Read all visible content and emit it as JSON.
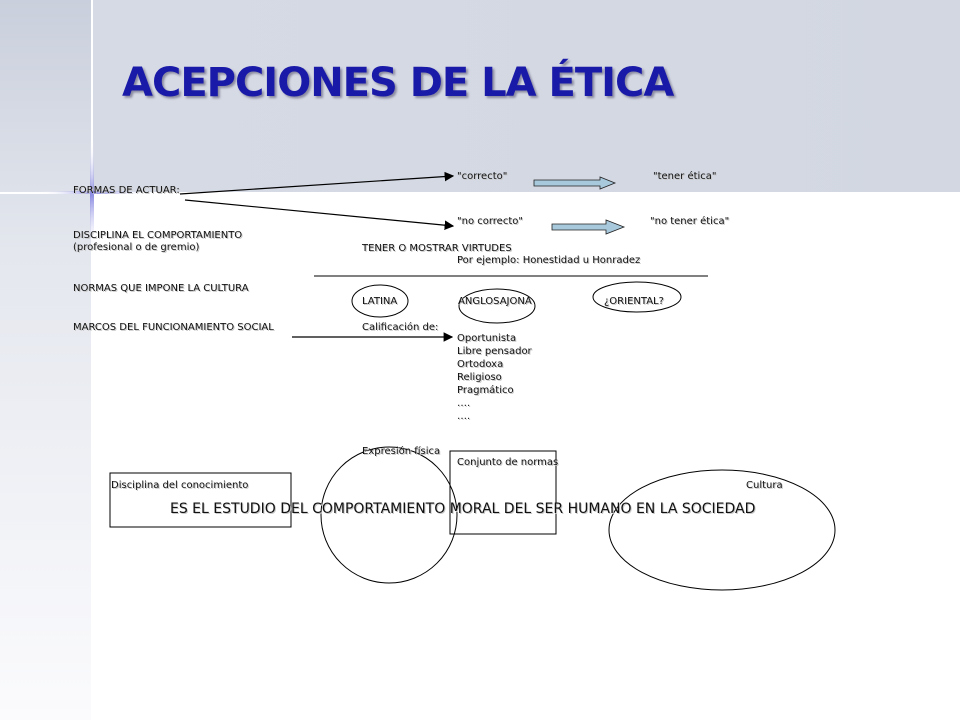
{
  "slide": {
    "title": "ACEPCIONES DE LA ÉTICA",
    "left_column": {
      "formas": "FORMAS DE ACTUAR:",
      "disciplina": "DISCIPLINA EL COMPORTAMIENTO",
      "profesional": " (profesional o de gremio)",
      "normas": "NORMAS QUE IMPONE LA CULTURA",
      "marcos": "MARCOS DEL FUNCIONAMIENTO SOCIAL"
    },
    "branches": {
      "correcto": "\"correcto\"",
      "tener_etica": "\"tener ética\"",
      "no_correcto": "\"no correcto\"",
      "no_tener_etica": "\"no tener ética\""
    },
    "virtudes": {
      "heading": "TENER O MOSTRAR VIRTUDES",
      "example": "Por ejemplo: Honestidad u Honradez"
    },
    "cultures": {
      "latina": "LATINA",
      "anglosajona": "ANGLOSAJONA",
      "oriental": "¿ORIENTAL?"
    },
    "calificacion": {
      "heading": "Calificación de:",
      "items": [
        "Oportunista",
        "Libre pensador",
        "Ortodoxa",
        "Religioso",
        "Pragmático",
        "….",
        "…."
      ]
    },
    "bottom": {
      "expresion": "Expresión física",
      "conjunto": "Conjunto de normas",
      "disciplina_conocimiento": "Disciplina del conocimiento",
      "cultura": "Cultura",
      "definition": "ES EL ESTUDIO DEL COMPORTAMIENTO MORAL DEL SER HUMANO EN LA SOCIEDAD"
    }
  },
  "colors": {
    "title": "#1a1aa8",
    "top_band": "#d3d8e3",
    "left_band": "#dde1ea",
    "arrow_fill": "#a8c8dc",
    "accent_star": "#6a6ad0"
  }
}
